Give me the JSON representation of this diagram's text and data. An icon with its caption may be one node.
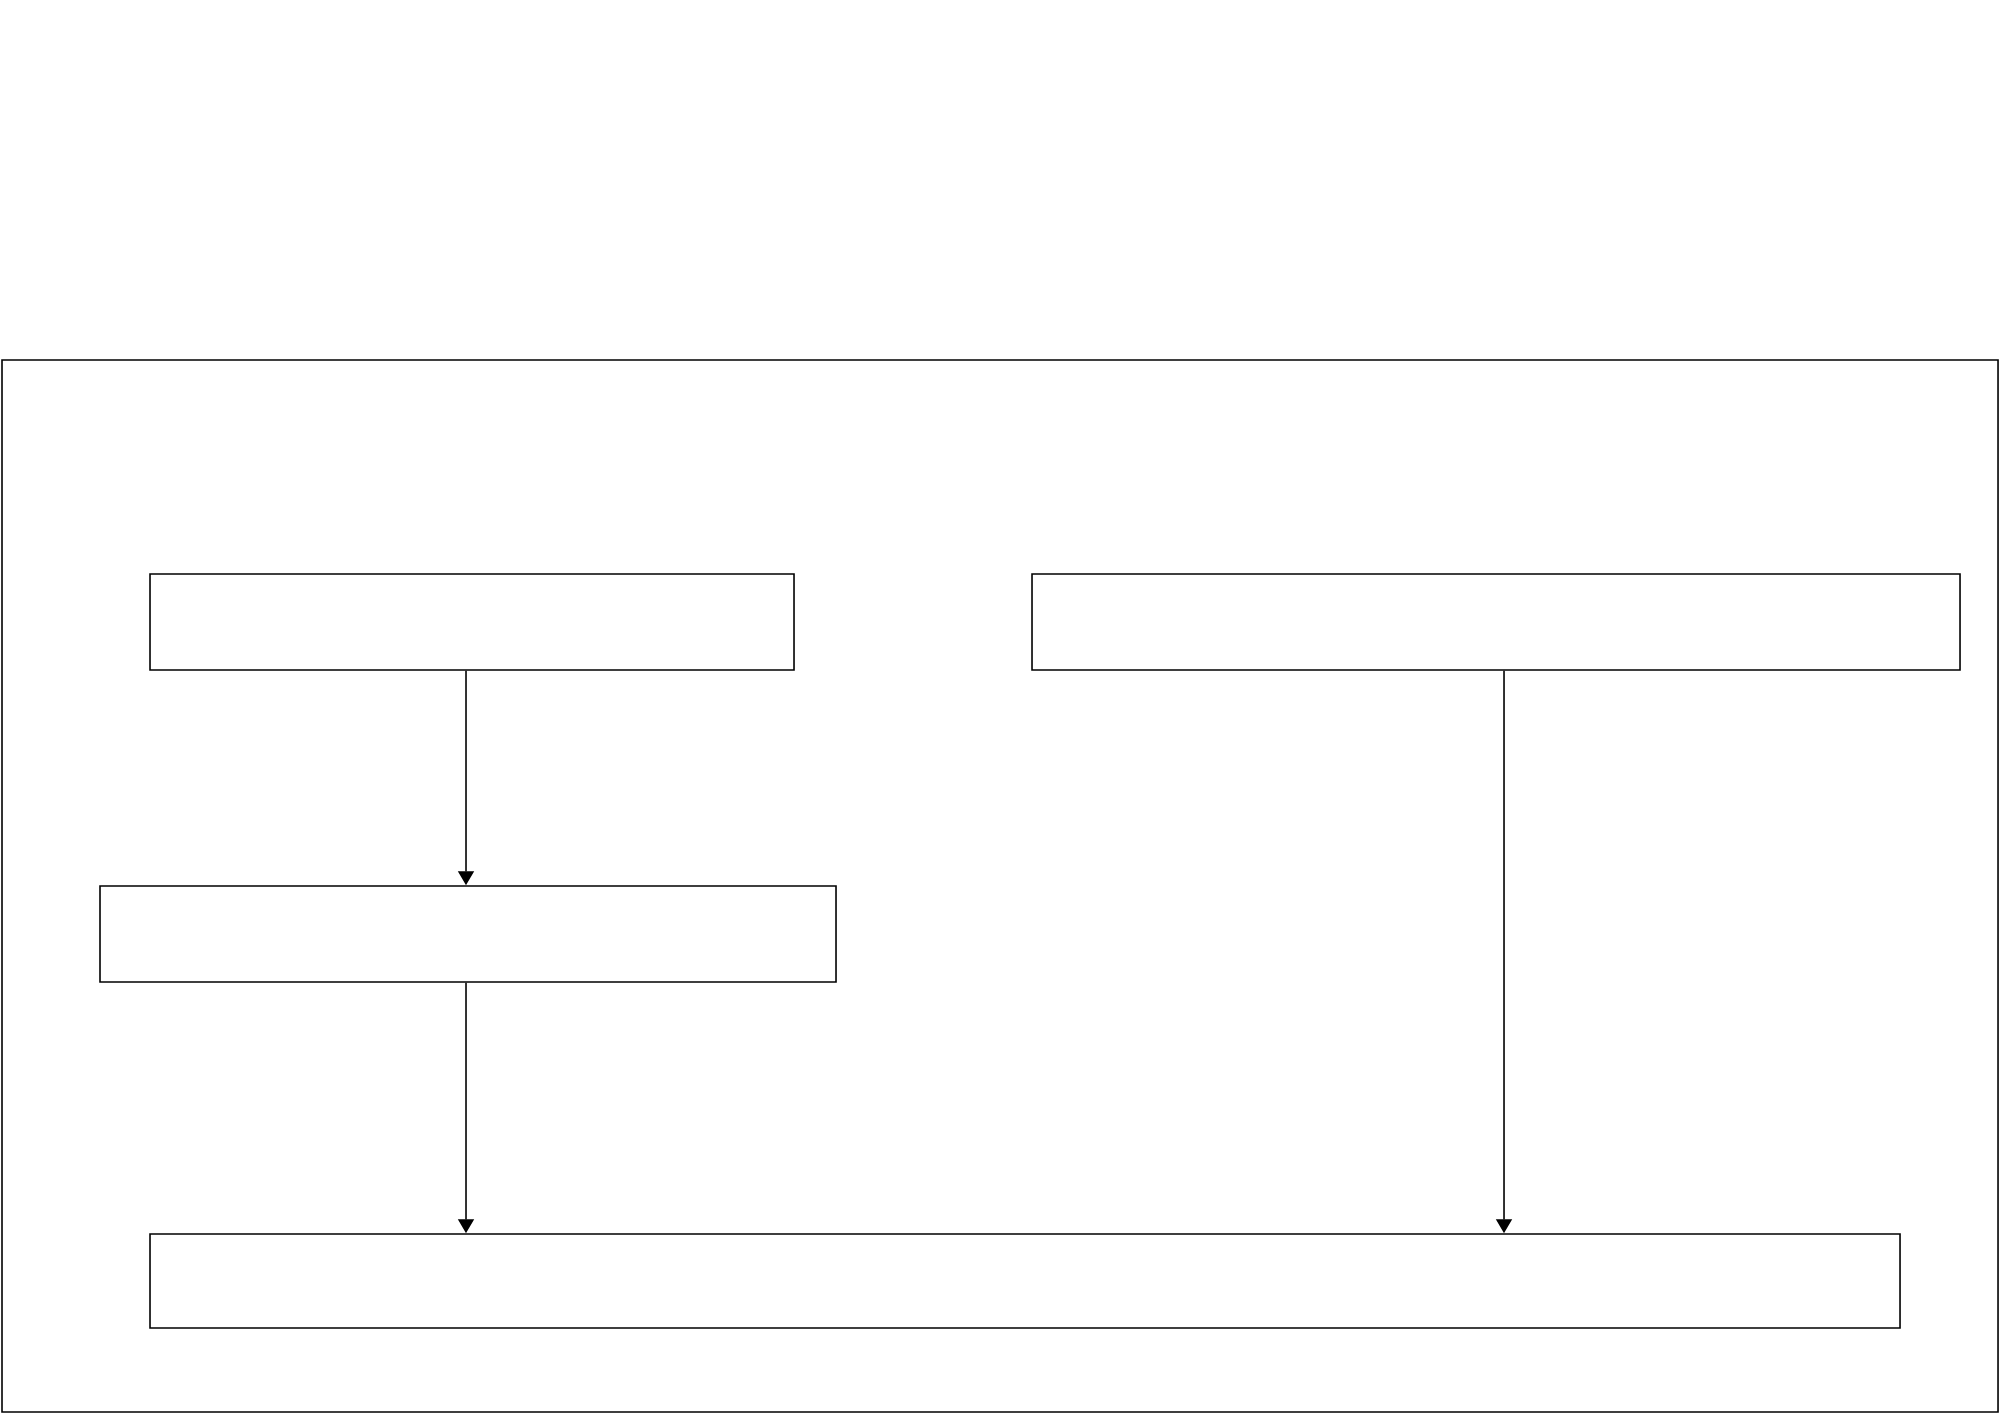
{
  "diagram": {
    "nodes": [
      {
        "text": [],
        "shape": "box"
      },
      {
        "text": [],
        "shape": "box",
        "in": 0
      },
      {
        "text": [],
        "shape": "box",
        "in": 0
      },
      {
        "text": [],
        "shape": "box",
        "in": 0
      },
      {
        "text": [],
        "shape": "box",
        "in": 0
      }
    ],
    "edges": [
      {
        "from": 1,
        "to": 3,
        "arrow": "to"
      },
      {
        "from": 3,
        "to": 4,
        "arrow": "to"
      },
      {
        "from": 2,
        "to": 4,
        "arrow": "to"
      }
    ]
  }
}
